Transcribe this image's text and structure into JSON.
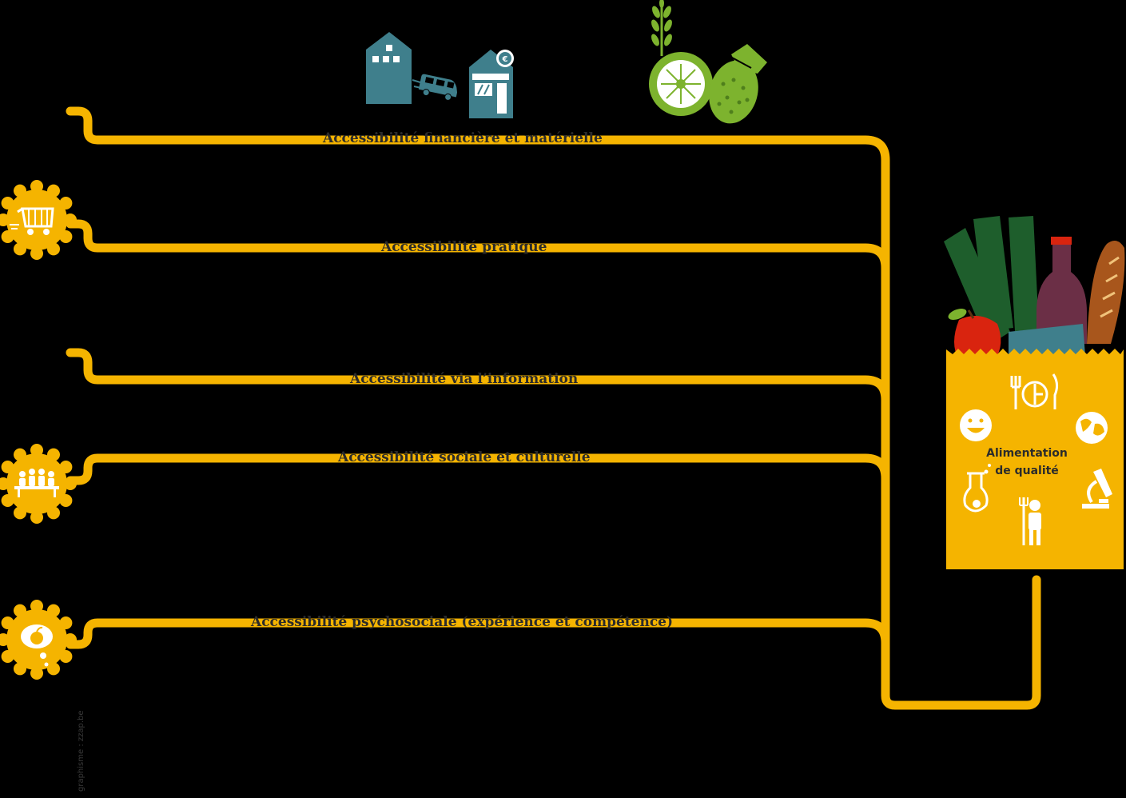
{
  "colors": {
    "path": "#f5b400",
    "background": "#000000",
    "label_text": "#2b2b2b",
    "building": "#3f7f8c",
    "produce_green": "#7db32e",
    "leaf_dark_green": "#1e5e2c",
    "apple_red": "#d9240f",
    "bottle": "#6b2f46",
    "bread": "#a8561c"
  },
  "pathways": [
    {
      "label": "Accessibilité financière et matérielle"
    },
    {
      "label": "Accessibilité pratique"
    },
    {
      "label": "Accessibilité via l’information"
    },
    {
      "label": "Accessibilité sociale et culturelle"
    },
    {
      "label": "Accessibilité psychosociale (expérience et compétence)"
    }
  ],
  "badges": [
    {
      "icon": "shopping-cart-icon"
    },
    {
      "icon": "people-at-table-icon"
    },
    {
      "icon": "apple-thought-icon"
    }
  ],
  "destination": {
    "label_line1": "Alimentation",
    "label_line2": "de qualité",
    "icons": [
      "plate-cutlery-icon",
      "smiley-icon",
      "globe-icon",
      "flask-icon",
      "microscope-icon",
      "farmer-icon"
    ]
  },
  "top_illustrations": [
    "buildings-delivery-van-icon",
    "fruit-vegetables-icon"
  ],
  "credit": "graphisme : zzap.be"
}
